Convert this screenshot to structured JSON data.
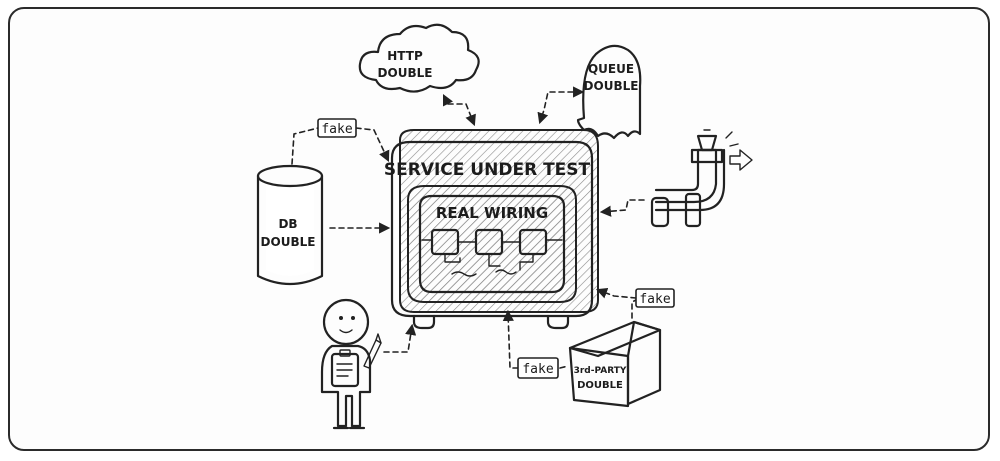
{
  "service": {
    "title": "SERVICE UNDER TEST",
    "inner_title": "REAL WIRING"
  },
  "doubles": {
    "http": [
      "HTTP",
      "DOUBLE"
    ],
    "queue": [
      "QUEUE",
      "DOUBLE"
    ],
    "db": [
      "DB",
      "DOUBLE"
    ],
    "third_party": [
      "3rd-PARTY",
      "DOUBLE"
    ]
  },
  "tags": {
    "fake_top": "fake",
    "fake_right": "fake",
    "fake_bottom": "fake"
  },
  "colors": {
    "ink": "#222222",
    "paper": "#fdfdfd",
    "hatch": "#888888"
  },
  "icons": [
    "cloud-icon",
    "ghost-icon",
    "database-icon",
    "pipe-icon",
    "cube-icon",
    "stick-figure-icon",
    "clipboard-icon",
    "pencil-icon",
    "arrow-right-icon"
  ]
}
